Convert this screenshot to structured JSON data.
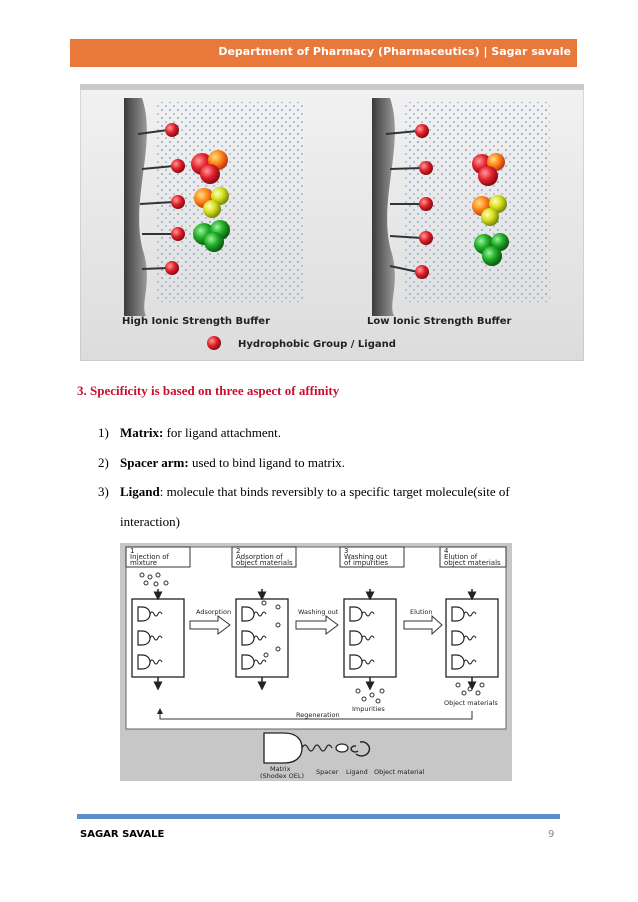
{
  "header": {
    "title": "Department of Pharmacy (Pharmaceutics) | Sagar savale"
  },
  "figure1": {
    "left_label": "High Ionic Strength Buffer",
    "right_label": "Low Ionic Strength Buffer",
    "legend_label": "Hydrophobic Group / Ligand"
  },
  "section": {
    "heading": "3. Specificity is based on three aspect of affinity",
    "items": [
      {
        "num": "1)",
        "term": "Matrix:",
        "desc": " for ligand attachment."
      },
      {
        "num": "2)",
        "term": "Spacer arm:",
        "desc": " used to bind ligand to matrix."
      },
      {
        "num": "3)",
        "term": "Ligand",
        "desc": ": molecule that binds reversibly to a specific target molecule(site of"
      }
    ],
    "continuation": "interaction)"
  },
  "figure2": {
    "steps": [
      {
        "n": "1",
        "line1": "Injection of",
        "line2": "mixture"
      },
      {
        "n": "2",
        "line1": "Adsorption of",
        "line2": "object materials"
      },
      {
        "n": "3",
        "line1": "Washing out",
        "line2": "of impurities"
      },
      {
        "n": "4",
        "line1": "Elution of",
        "line2": "object materials"
      }
    ],
    "arrows": [
      "Adsorption",
      "Washing out",
      "Elution"
    ],
    "impurities_label": "Impurities",
    "object_materials_label": "Object materials",
    "regeneration_label": "Regeneration",
    "legend": {
      "matrix": "Matrix",
      "matrix_sub": "(Shodex OEL)",
      "spacer": "Spacer",
      "ligand": "Ligand",
      "object": "Object material"
    }
  },
  "footer": {
    "name": "SAGAR SAVALE",
    "page": "9"
  },
  "colors": {
    "header": "#e8793a",
    "heading": "#c8102e",
    "rule": "#5b8fc9",
    "ligand": "#e0202a"
  }
}
